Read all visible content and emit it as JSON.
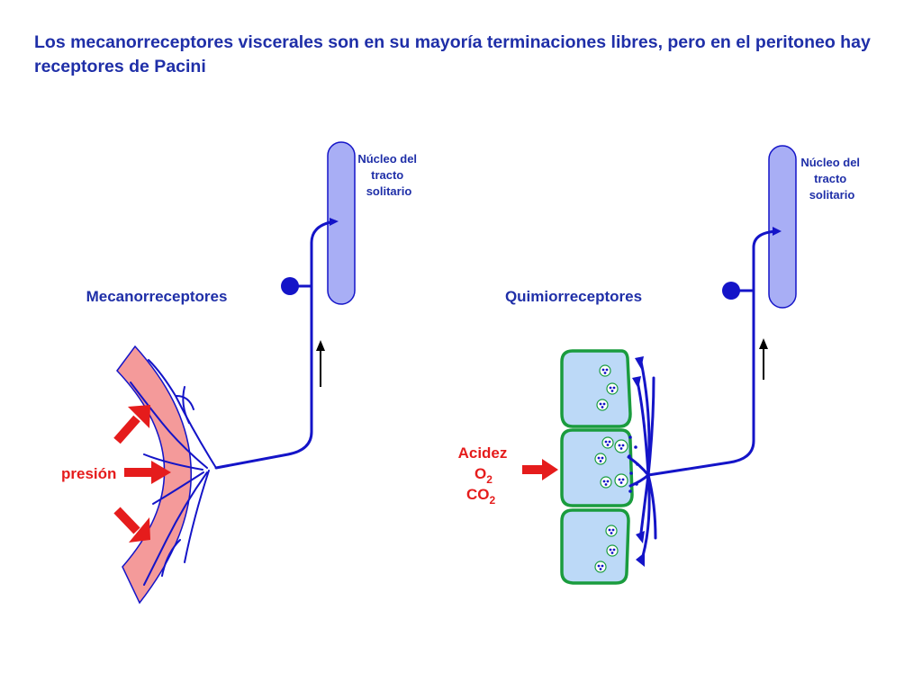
{
  "title": "Los mecanorreceptores viscerales son en su mayoría terminaciones libres, pero en el peritoneo hay receptores de Pacini",
  "left_panel": {
    "section_label": "Mecanorreceptores",
    "nucleus_label": [
      "Núcleo del",
      "tracto",
      "solitario"
    ],
    "stimulus_label": "presión"
  },
  "right_panel": {
    "section_label": "Quimiorreceptores",
    "nucleus_label": [
      "Núcleo del",
      "tracto",
      "solitario"
    ],
    "stimuli": {
      "acidez": "Acidez",
      "o2_base": "O",
      "o2_sub": "2",
      "co2_base": "CO",
      "co2_sub": "2"
    }
  },
  "colors": {
    "title": "#1f2fa8",
    "nerve": "#1414c8",
    "nucleus_fill": "#a8aef5",
    "stimulus": "#e51c1c",
    "tissue_fill": "#f49a9a",
    "cell_fill": "#bcd9f7",
    "cell_border": "#1a9c3e"
  }
}
